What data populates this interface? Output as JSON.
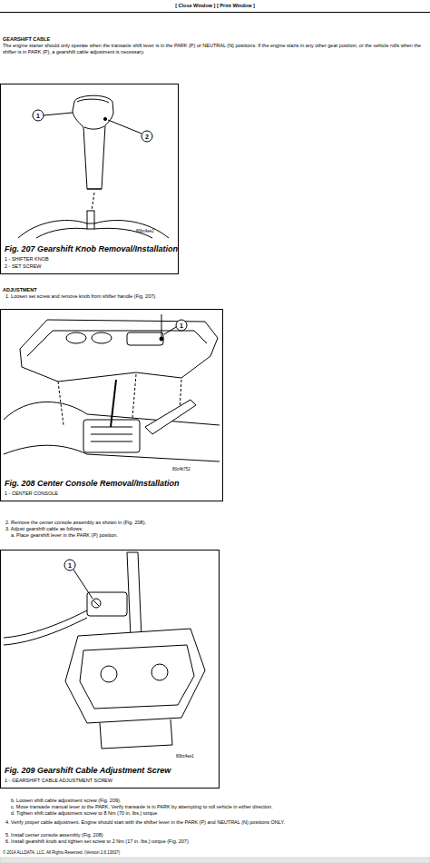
{
  "diagram": {
    "title": "GEARSHIFT CABLE",
    "nodes": [
      {
        "text": [
          "Fig. 207 Gearshift Knob Removal/Installation",
          "1 - SHIFTER KNOB",
          "2 - SET SCREW"
        ]
      },
      {
        "text": [
          "Fig. 208 Center Console Removal/Installation",
          "1 - CENTER CONSOLE"
        ]
      },
      {
        "text": [
          "Fig. 209 Gearshift Cable Adjustment Screw",
          "1 - GEARSHIFT CABLE ADJUSTMENT SCREW"
        ]
      }
    ],
    "labels": [
      "[ Close Window ] [ Print Window ]",
      "The engine starter should only operate when the transaxle shift lever is in the PARK (P) or NEUTRAL (N) positions. If the engine starts in any other gear position, or the vehicle rolls when the shifter is in PARK (P), a gearshift cable adjustment is necessary.",
      "1",
      "2",
      "80bc4ee2",
      "ADJUSTMENT",
      "1. Loosen set screw and remove knob from shifter handle (Fig. 207).",
      "1",
      "80c4b752",
      "2. Remove the center console assembly as shown in (Fig. 208).",
      "3. Adjust gearshift cable as follows:",
      "a. Place gearshift lever in the PARK (P) position.",
      "1",
      "80bc4ee1",
      "b. Loosen shift cable adjustment screw (Fig. 209).",
      "c. Move transaxle manual lever to the PARK. Verify transaxle is in PARK by attempting to roll vehicle in either direction.",
      "d. Tighten shift cable adjustment screw to 8 Nm (70 in. lbs.) torque",
      "4. Verify proper cable adjustment. Engine should start with the shifter lever in the PARK (P) and NEUTRAL (N) positions ONLY.",
      "5. Install center console assembly (Fig. 208)",
      "6. Install gearshift knob and tighten set screw to 2 Nm (17 in. lbs.) torque (Fig. 207)",
      "© 2014 ALLDATA, LLC. All Rights Reserved. (Version 2.6.13637)"
    ]
  }
}
